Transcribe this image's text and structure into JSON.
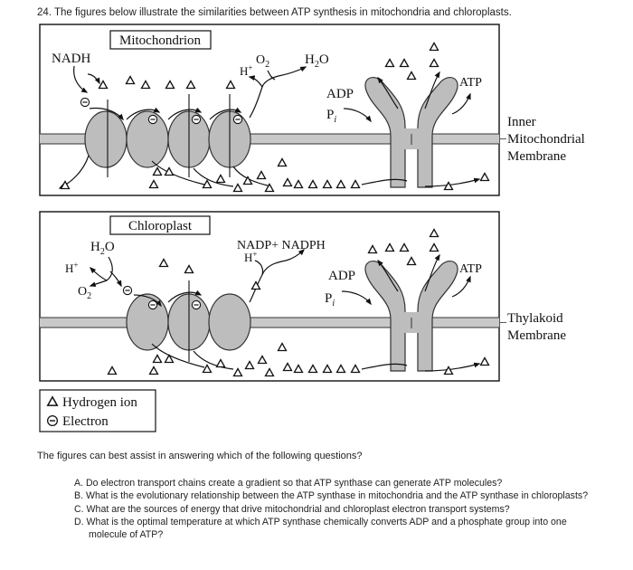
{
  "question": {
    "title": "24. The figures below illustrate the similarities between ATP synthesis in mitochondria and chloroplasts.",
    "prompt": "The figures can best assist in answering which of the following questions?",
    "choices": [
      {
        "letter": "A.",
        "text": "Do electron transport chains create a gradient so that ATP synthase can generate ATP molecules?"
      },
      {
        "letter": "B.",
        "text": "What is the evolutionary relationship between the ATP synthase in mitochondria and the ATP synthase in chloroplasts?"
      },
      {
        "letter": "C.",
        "text": "What are the sources of energy that drive mitochondrial and chloroplast electron transport systems?"
      },
      {
        "letter": "D.",
        "text": "What is the optimal temperature at which ATP synthase chemically converts ADP and a phosphate group into one molecule of ATP?"
      }
    ]
  },
  "mito": {
    "title": "Mitochondrion",
    "nadh": "NADH",
    "o2": "O",
    "o2_sub": "2",
    "hplus": "H",
    "h2o": "H",
    "h2o_sub": "2",
    "h2o_tail": "O",
    "adp": "ADP",
    "pi": "P",
    "pi_sub": "i",
    "atp": "ATP",
    "membrane_label": [
      "Inner",
      "Mitochondrial",
      "Membrane"
    ]
  },
  "chloro": {
    "title": "Chloroplast",
    "h2o": "H",
    "h2o_sub": "2",
    "h2o_tail": "O",
    "hplus": "H",
    "o2": "O",
    "o2_sub": "2",
    "nadp": "NADP+ NADPH",
    "hplus2": "H",
    "adp": "ADP",
    "pi": "P",
    "pi_sub": "i",
    "atp": "ATP",
    "membrane_label": [
      "Thylakoid",
      "Membrane"
    ]
  },
  "legend": {
    "hydrogen": "Hydrogen ion",
    "electron": "Electron"
  }
}
